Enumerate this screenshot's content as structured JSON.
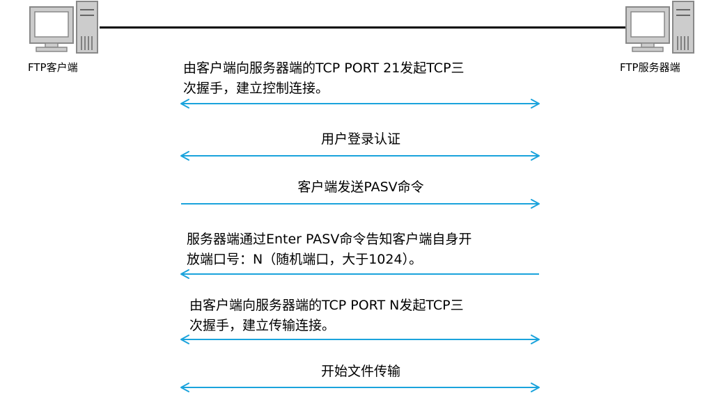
{
  "endpoints": {
    "client_label": "FTP客户端",
    "server_label": "FTP服务器端"
  },
  "colors": {
    "arrow": "#1aa3dc",
    "line": "#000000",
    "computer_fill": "#cccccc",
    "computer_stroke": "#888888"
  },
  "icons": {
    "client": "computer-icon",
    "server": "computer-icon"
  },
  "steps": [
    {
      "lines": [
        "由客户端向服务器端的TCP PORT 21发起TCP三",
        "次握手，建立控制连接。"
      ],
      "direction": "both"
    },
    {
      "lines": [
        "用户登录认证"
      ],
      "direction": "both"
    },
    {
      "lines": [
        "客户端发送PASV命令"
      ],
      "direction": "right"
    },
    {
      "lines": [
        "服务器端通过Enter PASV命令告知客户端自身开",
        "放端口号：N（随机端口，大于1024）。"
      ],
      "direction": "left"
    },
    {
      "lines": [
        "由客户端向服务器端的TCP PORT N发起TCP三",
        "次握手，建立传输连接。"
      ],
      "direction": "both"
    },
    {
      "lines": [
        "开始文件传输"
      ],
      "direction": "both"
    }
  ]
}
